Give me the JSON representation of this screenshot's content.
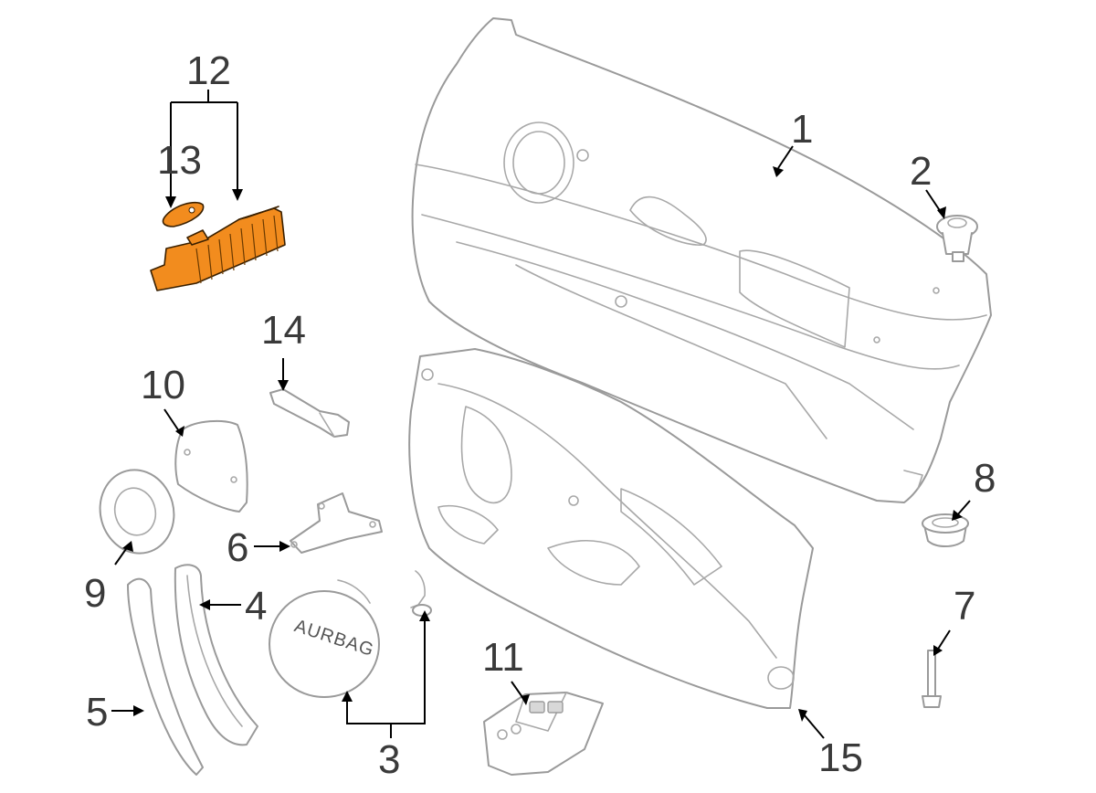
{
  "callouts": [
    {
      "id": "1",
      "label": "1"
    },
    {
      "id": "2",
      "label": "2"
    },
    {
      "id": "3",
      "label": "3"
    },
    {
      "id": "4",
      "label": "4"
    },
    {
      "id": "5",
      "label": "5"
    },
    {
      "id": "6",
      "label": "6"
    },
    {
      "id": "7",
      "label": "7"
    },
    {
      "id": "8",
      "label": "8"
    },
    {
      "id": "9",
      "label": "9"
    },
    {
      "id": "10",
      "label": "10"
    },
    {
      "id": "11",
      "label": "11"
    },
    {
      "id": "12",
      "label": "12"
    },
    {
      "id": "13",
      "label": "13"
    },
    {
      "id": "14",
      "label": "14"
    },
    {
      "id": "15",
      "label": "15"
    }
  ],
  "airbag_text": "AURBAG",
  "colors": {
    "highlight": "#f28c1e",
    "outline": "#9a9a9a",
    "leader": "#000000",
    "callout_text": "#3a3a3a"
  },
  "highlighted_part": "12"
}
